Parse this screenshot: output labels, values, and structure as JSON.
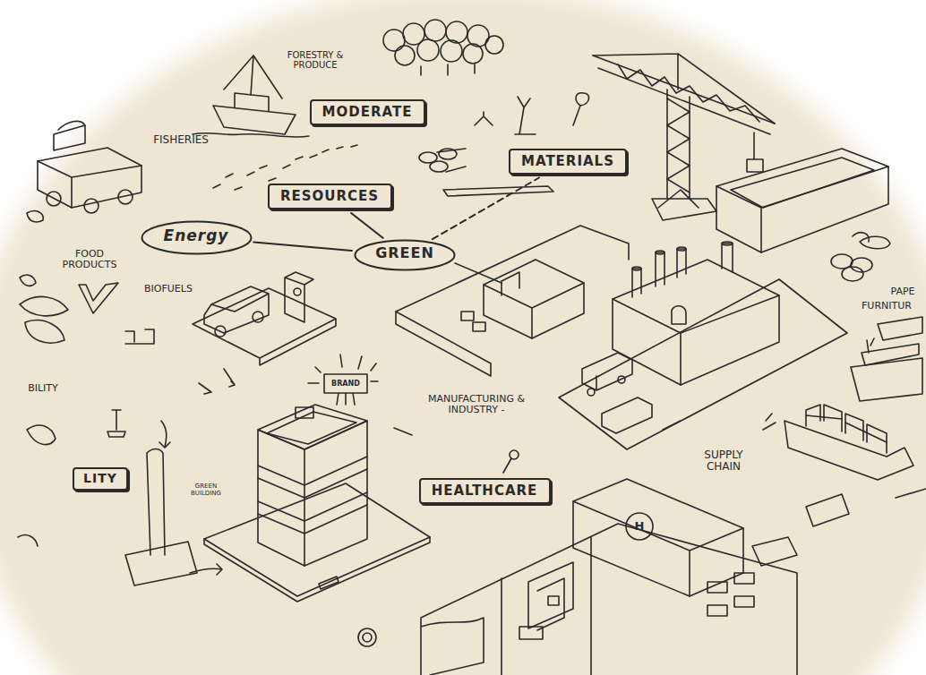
{
  "diagram": {
    "nodes": [
      {
        "text": [
          "MODERATE"
        ]
      },
      {
        "text": [
          "MATERIALS"
        ]
      },
      {
        "text": [
          "RESOURCES"
        ]
      },
      {
        "text": [
          "Energy"
        ]
      },
      {
        "text": [
          "GREEN"
        ]
      },
      {
        "text": [
          "LITY"
        ]
      },
      {
        "text": [
          "HEALTHCARE"
        ]
      }
    ],
    "edges": [
      {
        "from": 4,
        "to": 3,
        "arrow": "none"
      },
      {
        "from": 4,
        "to": 2,
        "arrow": "none"
      },
      {
        "from": 4,
        "to": 1,
        "arrow": "none"
      }
    ],
    "labels": [
      "FORESTRY & PRODUCE",
      "FISHERIES",
      "FOOD PRODUCTS",
      "BIOFUELS",
      "BILITY",
      "BRAND",
      "MANUFACTURING & INDUSTRY -",
      "GREEN BUILDING",
      "SUPPLY CHAIN",
      "H",
      "PAPE",
      "FURNITUR"
    ]
  }
}
